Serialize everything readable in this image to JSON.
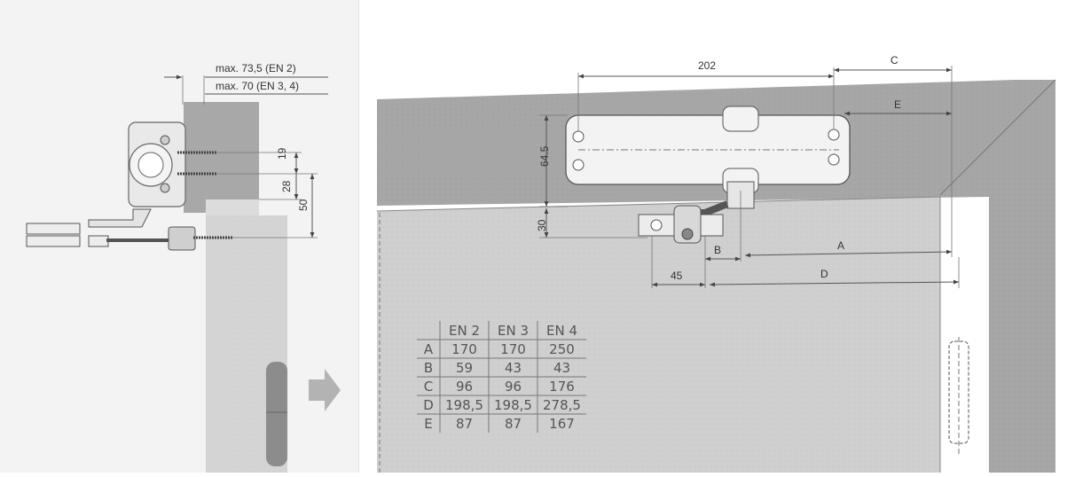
{
  "labels": {
    "max_en2": "max. 73,5 (EN 2)",
    "max_en34": "max. 70 (EN 3, 4)",
    "d19": "19",
    "d28": "28",
    "d50": "50",
    "d202": "202",
    "d64_5": "64.5",
    "d30": "30",
    "d45": "45",
    "dA": "A",
    "dB": "B",
    "dC": "C",
    "dD": "D",
    "dE": "E"
  },
  "table": {
    "headers": [
      "EN 2",
      "EN 3",
      "EN 4"
    ],
    "rows": [
      {
        "key": "A",
        "values": [
          "170",
          "170",
          "250"
        ]
      },
      {
        "key": "B",
        "values": [
          "59",
          "43",
          "43"
        ]
      },
      {
        "key": "C",
        "values": [
          "96",
          "96",
          "176"
        ]
      },
      {
        "key": "D",
        "values": [
          "198,5",
          "198,5",
          "278,5"
        ]
      },
      {
        "key": "E",
        "values": [
          "87",
          "87",
          "167"
        ]
      }
    ]
  },
  "colors": {
    "frame_gray": "#a6a6a6",
    "door_gray": "#cfcfcf",
    "panel_gray": "#bcbcbc",
    "arrow_gray": "#b3b3b3",
    "closer_body": "#f2f2f2"
  }
}
